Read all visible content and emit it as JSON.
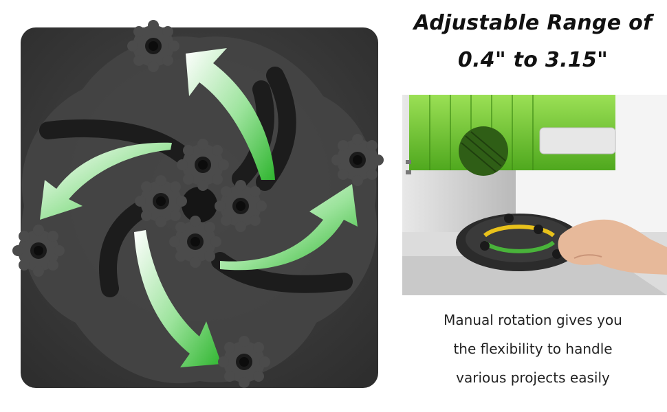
{
  "headline": {
    "line1": "Adjustable Range of",
    "line2": "0.4\" to 3.15\""
  },
  "caption": {
    "line1": "Manual rotation gives you",
    "line2": "the flexibility to handle",
    "line3": "various projects easily"
  },
  "colors": {
    "arrow_green": "#3fbf3f",
    "plate_gray": "#3c3c3c",
    "laser_green": "#6ccf2a"
  },
  "icons": {
    "rotation_arrows": "curved-arrow-icon",
    "adjust_knobs": "gear-knob-icon"
  }
}
